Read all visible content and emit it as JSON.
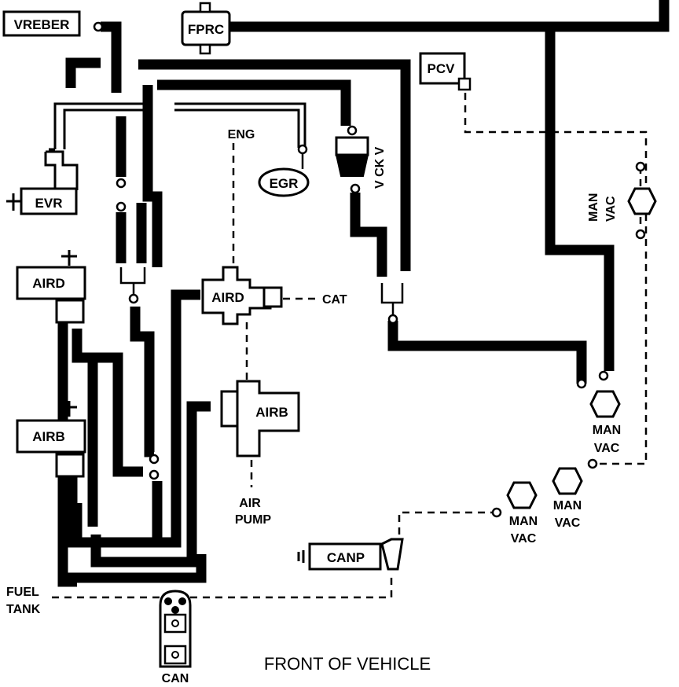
{
  "labels": {
    "vreber": "VREBER",
    "fprc": "FPRC",
    "pcv": "PCV",
    "evr": "EVR",
    "eng": "ENG",
    "egr": "EGR",
    "vckv": "V CK V",
    "man_vac_right": "MAN",
    "man_vac_right_2": "VAC",
    "aird_left": "AIRD",
    "aird_center": "AIRD",
    "cat": "CAT",
    "airb_left": "AIRB",
    "airb_center": "AIRB",
    "air_pump_1": "AIR",
    "air_pump_2": "PUMP",
    "man_vac_a_1": "MAN",
    "man_vac_a_2": "VAC",
    "man_vac_b_1": "MAN",
    "man_vac_b_2": "VAC",
    "man_vac_c_1": "MAN",
    "man_vac_c_2": "VAC",
    "canp": "CANP",
    "fuel_tank_1": "FUEL",
    "fuel_tank_2": "TANK",
    "can": "CAN",
    "footer": "FRONT OF VEHICLE",
    "plus": "+"
  }
}
